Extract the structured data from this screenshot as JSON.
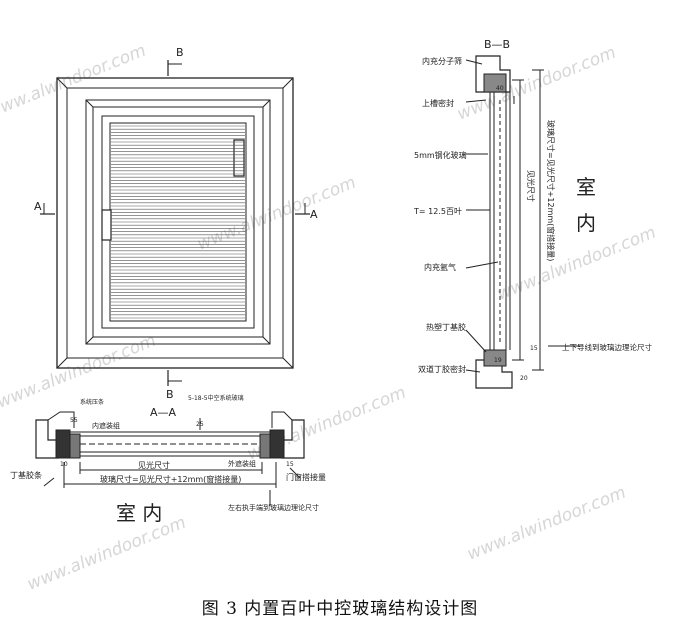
{
  "caption": "图 3  内置百叶中控玻璃结构设计图",
  "watermark": "www.alwindoor.com",
  "elevation": {
    "section_mark_b": "B",
    "section_mark_a": "A"
  },
  "section_aa": {
    "title": "A—A",
    "dim_top": "5-18-5中空系统玻璃",
    "label_profile_pressure": "系统压条",
    "label_inner_louver": "内遮装组",
    "label_outer_louver": "外遮装组",
    "dim_55": "55",
    "dim_25": "25",
    "dim_10": "10",
    "dim_15": "15",
    "label_sight": "见光尺寸",
    "label_glass_size": "玻璃尺寸=见光尺寸+12mm(窗搭接量)",
    "label_door_overlap": "门窗搭接量",
    "label_seal_strip": "丁基胶条",
    "label_lr_size": "左右执手端到玻璃边理论尺寸",
    "room_label": "室    内"
  },
  "section_bb": {
    "title": "B—B",
    "label_spacer": "内充分子筛",
    "label_top_seal": "上槽密封",
    "label_tempered": "5mm钢化玻璃",
    "label_t": "T= 12.5百叶",
    "label_inert_gas": "内充氩气",
    "label_butyl": "热塑丁基胶",
    "label_dual_seal": "双道丁胶密封",
    "dim_40": "40",
    "dim_15": "15",
    "dim_19": "19",
    "dim_20": "20",
    "label_vertical_1": "见光尺寸",
    "label_vertical_2": "玻璃尺寸=见光尺寸+12mm(窗搭接量)",
    "label_bottom": "上下导线到玻璃边理论尺寸",
    "room_label_1": "室",
    "room_label_2": "内"
  }
}
